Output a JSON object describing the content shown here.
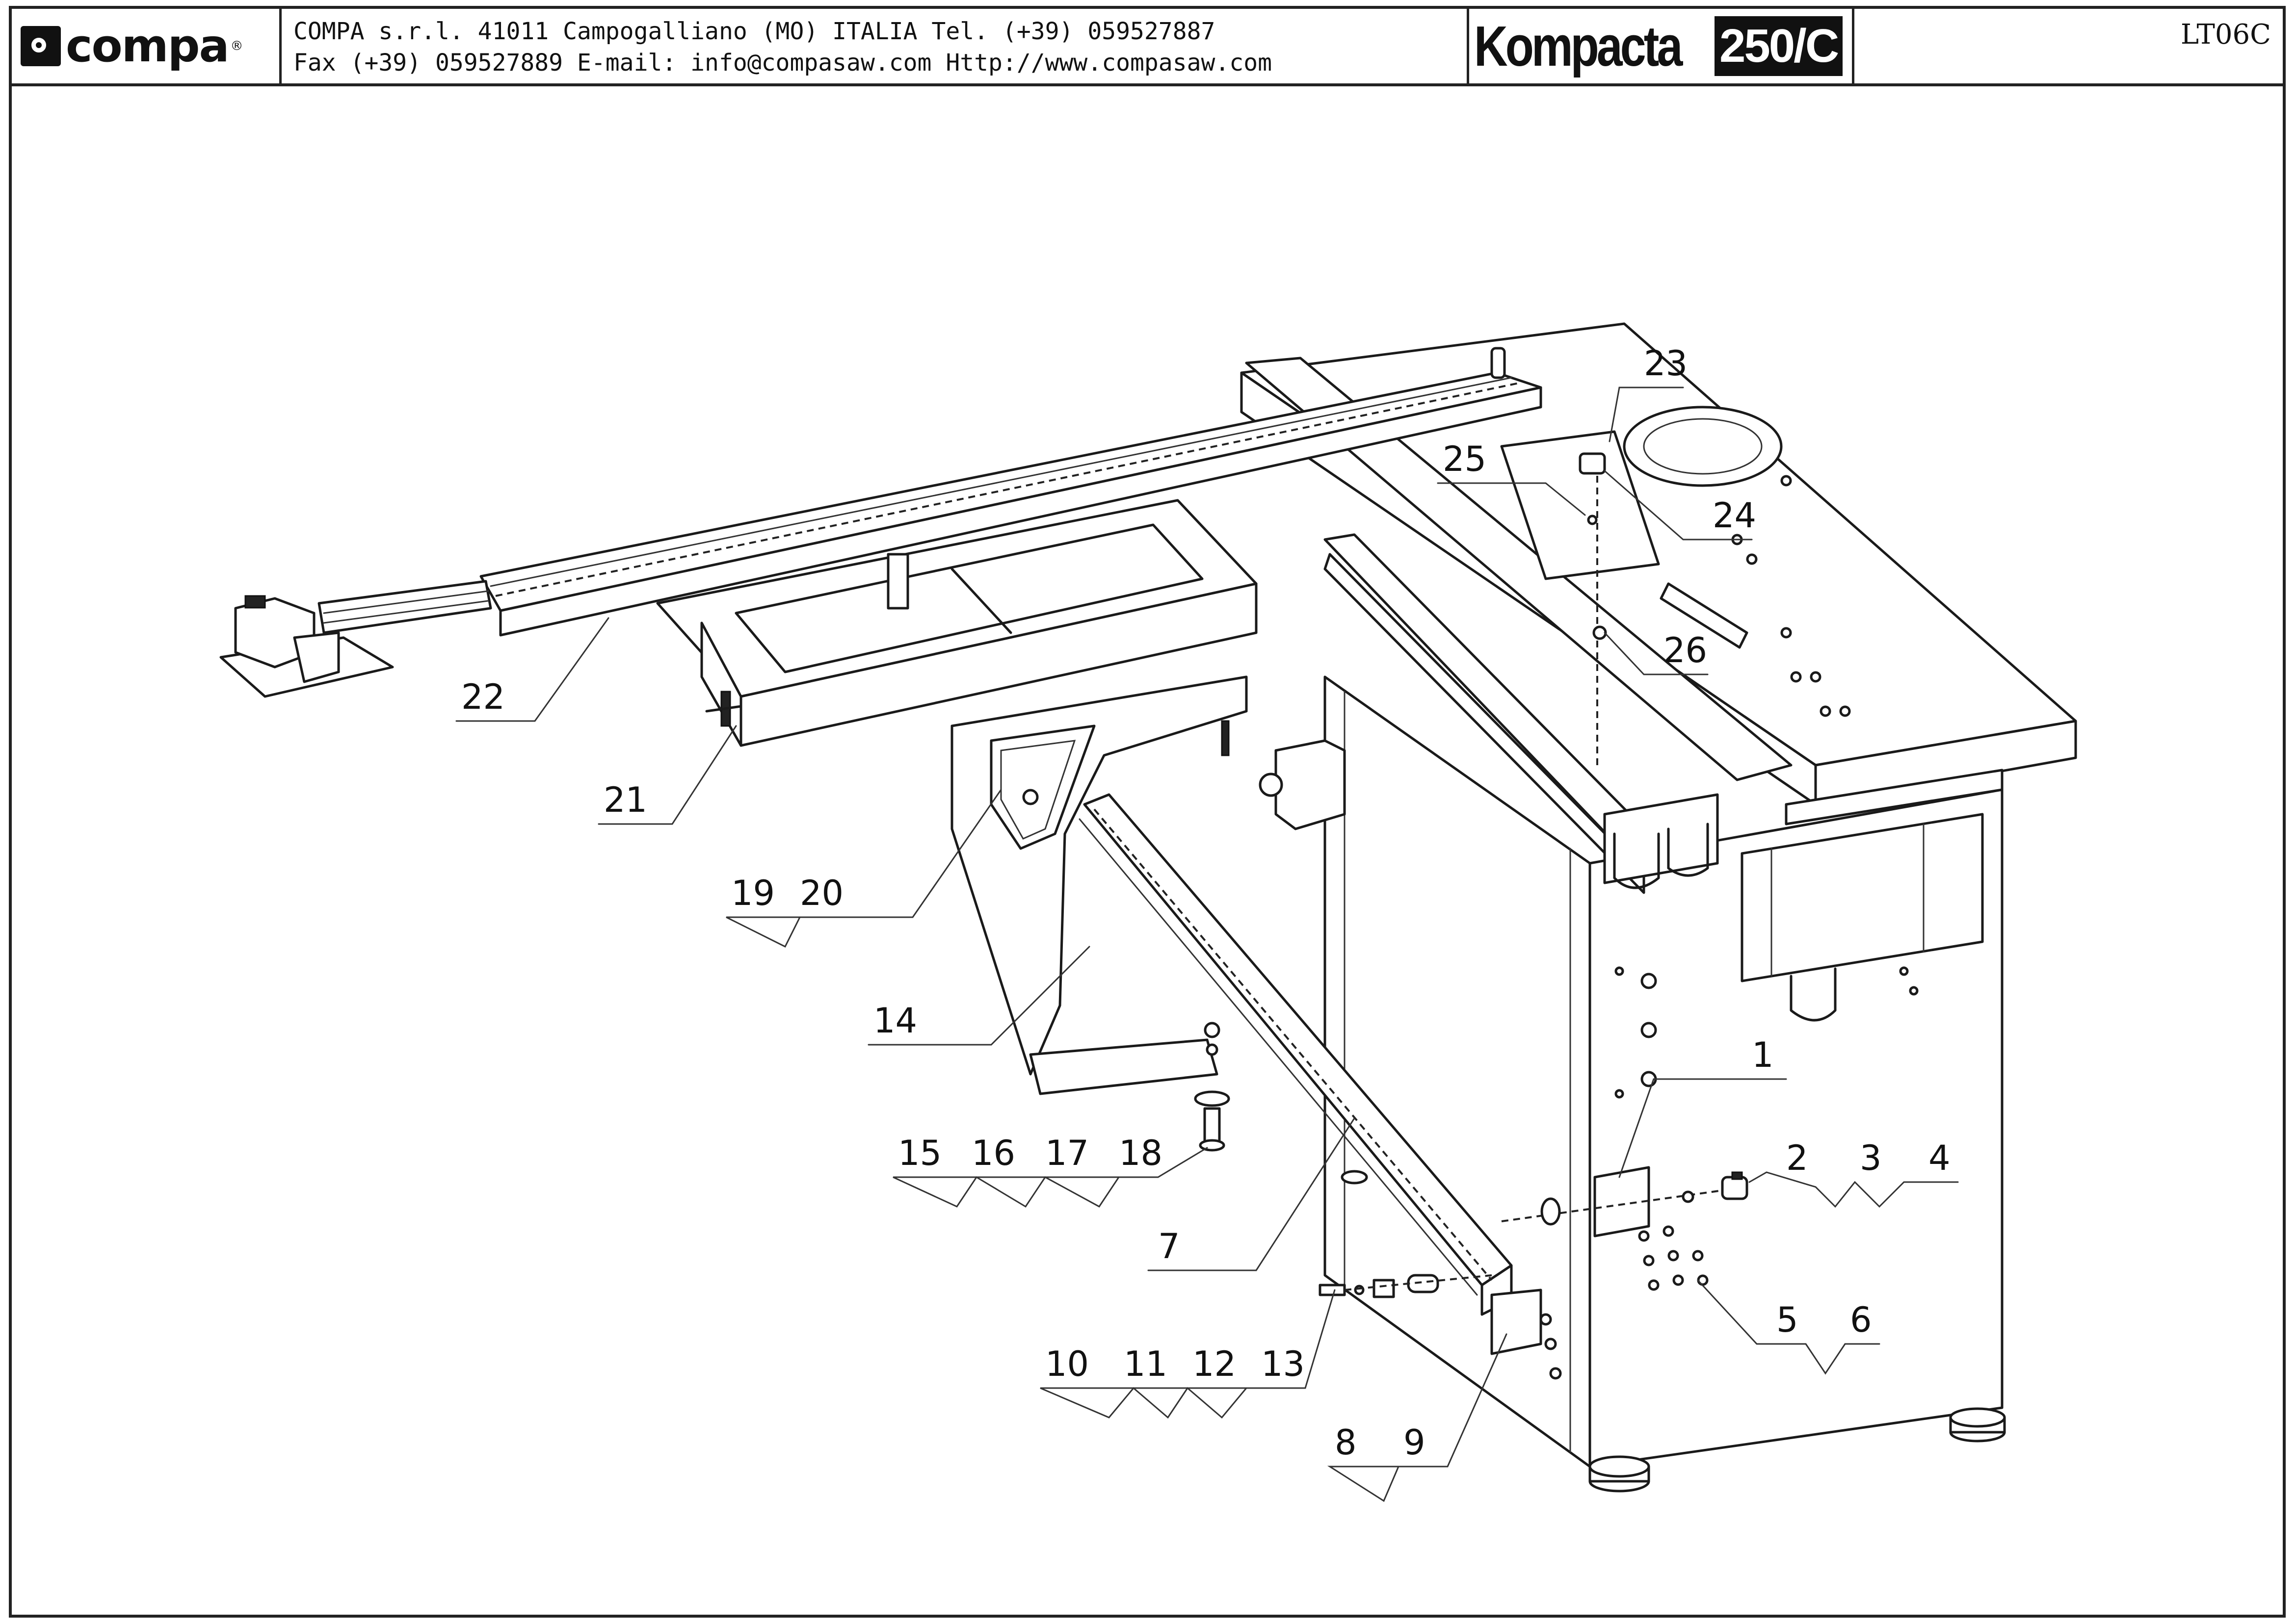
{
  "header": {
    "logo_text": "compa",
    "logo_reg": "®",
    "address_line1": "COMPA s.r.l. 41011 Campogalliano (MO) ITALIA Tel. (+39) 059527887",
    "address_line2": "Fax (+39) 059527889 E-mail: info@compasaw.com Http://www.compasaw.com",
    "brand_name": "Kompacta",
    "brand_model": "250/C",
    "sheet_code": "LT06C"
  },
  "callouts": {
    "c1": "1",
    "c2": "2",
    "c3": "3",
    "c4": "4",
    "c5": "5",
    "c6": "6",
    "c7": "7",
    "c8": "8",
    "c9": "9",
    "c10": "10",
    "c11": "11",
    "c12": "12",
    "c13": "13",
    "c14": "14",
    "c15": "15",
    "c16": "16",
    "c17": "17",
    "c18": "18",
    "c19": "19",
    "c20": "20",
    "c21": "21",
    "c22": "22",
    "c23": "23",
    "c24": "24",
    "c25": "25",
    "c26": "26"
  }
}
